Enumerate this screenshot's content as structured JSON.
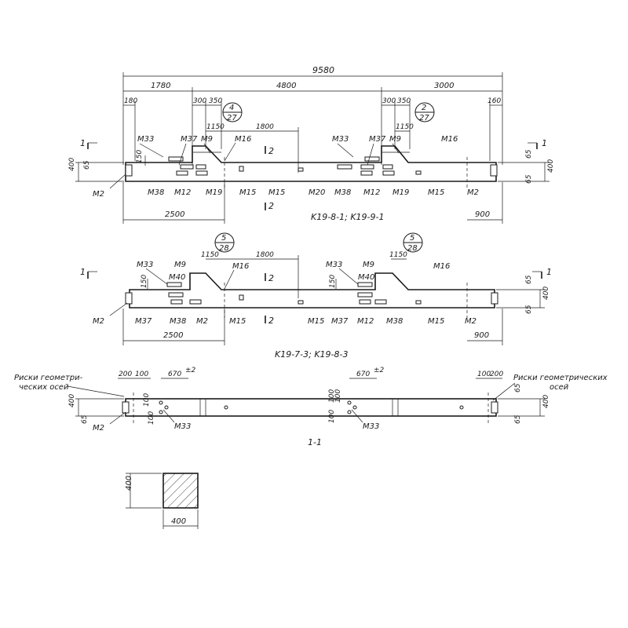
{
  "beam1": {
    "dims": {
      "total": "9580",
      "d1780": "1780",
      "d4800": "4800",
      "d3000": "3000",
      "d180": "180",
      "d300a": "300",
      "d350a": "350",
      "d300b": "300",
      "d350b": "350",
      "d160": "160",
      "d1150a": "1150",
      "d1800": "1800",
      "d1150b": "1150",
      "d2500": "2500",
      "d900": "900",
      "h400l": "400",
      "h65l": "65",
      "h65r1": "65",
      "h400r": "400",
      "h65r2": "65",
      "d150": "150"
    },
    "callout_a": {
      "top": "4",
      "bottom": "27"
    },
    "callout_b": {
      "top": "2",
      "bottom": "27"
    },
    "labels": {
      "m33a": "M33",
      "m37a": "M37",
      "m9a": "M9",
      "m16a": "M16",
      "m33b": "M33",
      "m37b": "M37",
      "m9b": "M9",
      "m16b": "M16",
      "m2a": "M2",
      "m38a": "M38",
      "m12a": "M12",
      "m19a": "M19",
      "m15a": "M15",
      "m15b": "M15",
      "m20": "M20",
      "m38b": "M38",
      "m12b": "M12",
      "m19b": "M19",
      "m15c": "M15",
      "m2b": "M2"
    },
    "section_marks": {
      "left": "1",
      "right": "1",
      "top": "2",
      "bottom": "2"
    },
    "title": "K19-8-1; K19-9-1"
  },
  "beam2": {
    "dims": {
      "d1150a": "1150",
      "d1800": "1800",
      "d1150b": "1150",
      "d150a": "150",
      "d150b": "150",
      "d2500": "2500",
      "d900": "900",
      "h65a": "65",
      "h400": "400",
      "h65b": "65"
    },
    "callout_a": {
      "top": "5",
      "bottom": "28"
    },
    "callout_b": {
      "top": "5",
      "bottom": "28"
    },
    "labels": {
      "m33a": "M33",
      "m9a": "M9",
      "m40a": "M40",
      "m16a": "M16",
      "m33b": "M33",
      "m9b": "M9",
      "m40b": "M40",
      "m16b": "M16",
      "m2a": "M2",
      "m37a": "M37",
      "m38a": "M38",
      "m2b": "M2",
      "m15a": "M15",
      "m15b": "M15",
      "m37b": "M37",
      "m12": "M12",
      "m38b": "M38",
      "m15c": "M15",
      "m2c": "M2"
    },
    "section_marks": {
      "left": "1",
      "right": "1",
      "top": "2",
      "bottom": "2"
    },
    "title": "K19-7-3; K19-8-3"
  },
  "section": {
    "note_left_line1": "Риски геометри-",
    "note_left_line2": "ческих осей",
    "note_right_line1": "Риски геометрических",
    "note_right_line2": "осей",
    "dims": {
      "d200l": "200",
      "d100l": "100",
      "d670a": "670",
      "tol_a": "±2",
      "d670b": "670",
      "tol_b": "±2",
      "d100r": "100",
      "d200r": "200",
      "h400l": "400",
      "h65l": "65",
      "h65r": "65",
      "h400r": "400",
      "h65r2": "65",
      "v100a": "100",
      "v100b": "100",
      "v100c": "100",
      "v100d": "100",
      "v100e": "100"
    },
    "labels": {
      "m2": "M2",
      "m33a": "M33",
      "m33b": "M33"
    },
    "title": "1-1"
  },
  "cross_section": {
    "width": "400",
    "height": "400"
  }
}
